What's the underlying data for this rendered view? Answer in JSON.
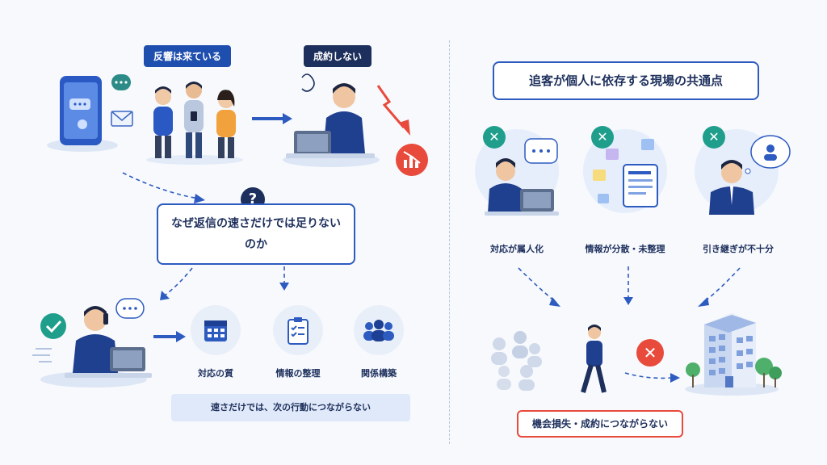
{
  "left": {
    "label_response": "反響は来ている",
    "label_no_contract": "成約しない",
    "question": "なぜ返信の速さだけでは足りないのか",
    "question_mark": "?",
    "items": [
      {
        "label": "対応の質",
        "icon": "calendar-icon"
      },
      {
        "label": "情報の整理",
        "icon": "clipboard-checklist-icon"
      },
      {
        "label": "関係構築",
        "icon": "people-group-icon"
      }
    ],
    "bottom_note": "速さだけでは、次の行動につながらない"
  },
  "right": {
    "title": "追客が個人に依存する現場の共通点",
    "problems": [
      {
        "label": "対応が属人化",
        "icon": "x-mark-icon"
      },
      {
        "label": "情報が分散・未整理",
        "icon": "x-mark-icon"
      },
      {
        "label": "引き継ぎが不十分",
        "icon": "x-mark-icon"
      }
    ],
    "result_note": "機会損失・成約につながらない"
  },
  "colors": {
    "primary_blue": "#1f4fae",
    "navy": "#1d2f5c",
    "alert_red": "#e84a3c",
    "check_teal": "#1f9e8c",
    "background": "#f7f9fd"
  }
}
